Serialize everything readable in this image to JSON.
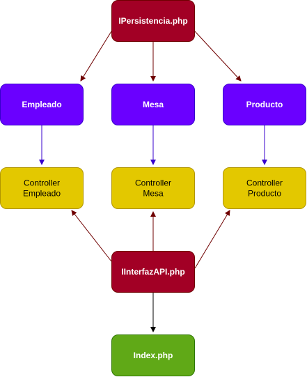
{
  "nodes": {
    "ipersistencia": {
      "lines": [
        "IPersistencia.php"
      ],
      "fill": "#a20025",
      "stroke": "#6f0000",
      "text_color": "#ffffff",
      "bold": true
    },
    "empleado": {
      "lines": [
        "Empleado"
      ],
      "fill": "#6a00ff",
      "stroke": "#3700cc",
      "text_color": "#ffffff",
      "bold": true
    },
    "mesa": {
      "lines": [
        "Mesa"
      ],
      "fill": "#6a00ff",
      "stroke": "#3700cc",
      "text_color": "#ffffff",
      "bold": true
    },
    "producto": {
      "lines": [
        "Producto"
      ],
      "fill": "#6a00ff",
      "stroke": "#3700cc",
      "text_color": "#ffffff",
      "bold": true
    },
    "controller_empleado": {
      "lines": [
        "Controller",
        "Empleado"
      ],
      "fill": "#e3c800",
      "stroke": "#b09500",
      "text_color": "#000000",
      "bold": false
    },
    "controller_mesa": {
      "lines": [
        "Controller",
        "Mesa"
      ],
      "fill": "#e3c800",
      "stroke": "#b09500",
      "text_color": "#000000",
      "bold": false
    },
    "controller_producto": {
      "lines": [
        "Controller",
        "Producto"
      ],
      "fill": "#e3c800",
      "stroke": "#b09500",
      "text_color": "#000000",
      "bold": false
    },
    "iinterfazapi": {
      "lines": [
        "IInterfazAPI.php"
      ],
      "fill": "#a20025",
      "stroke": "#6f0000",
      "text_color": "#ffffff",
      "bold": true
    },
    "index": {
      "lines": [
        "Index.php"
      ],
      "fill": "#60a917",
      "stroke": "#2d7600",
      "text_color": "#ffffff",
      "bold": true
    }
  },
  "edges": [
    {
      "from": "ipersistencia",
      "to": "empleado",
      "color": "#6f0000"
    },
    {
      "from": "ipersistencia",
      "to": "mesa",
      "color": "#6f0000"
    },
    {
      "from": "ipersistencia",
      "to": "producto",
      "color": "#6f0000"
    },
    {
      "from": "empleado",
      "to": "controller_empleado",
      "color": "#3700cc"
    },
    {
      "from": "mesa",
      "to": "controller_mesa",
      "color": "#3700cc"
    },
    {
      "from": "producto",
      "to": "controller_producto",
      "color": "#3700cc"
    },
    {
      "from": "iinterfazapi",
      "to": "controller_empleado",
      "color": "#6f0000"
    },
    {
      "from": "iinterfazapi",
      "to": "controller_mesa",
      "color": "#6f0000"
    },
    {
      "from": "iinterfazapi",
      "to": "controller_producto",
      "color": "#6f0000"
    },
    {
      "from": "iinterfazapi",
      "to": "index",
      "color": "#000000"
    }
  ]
}
